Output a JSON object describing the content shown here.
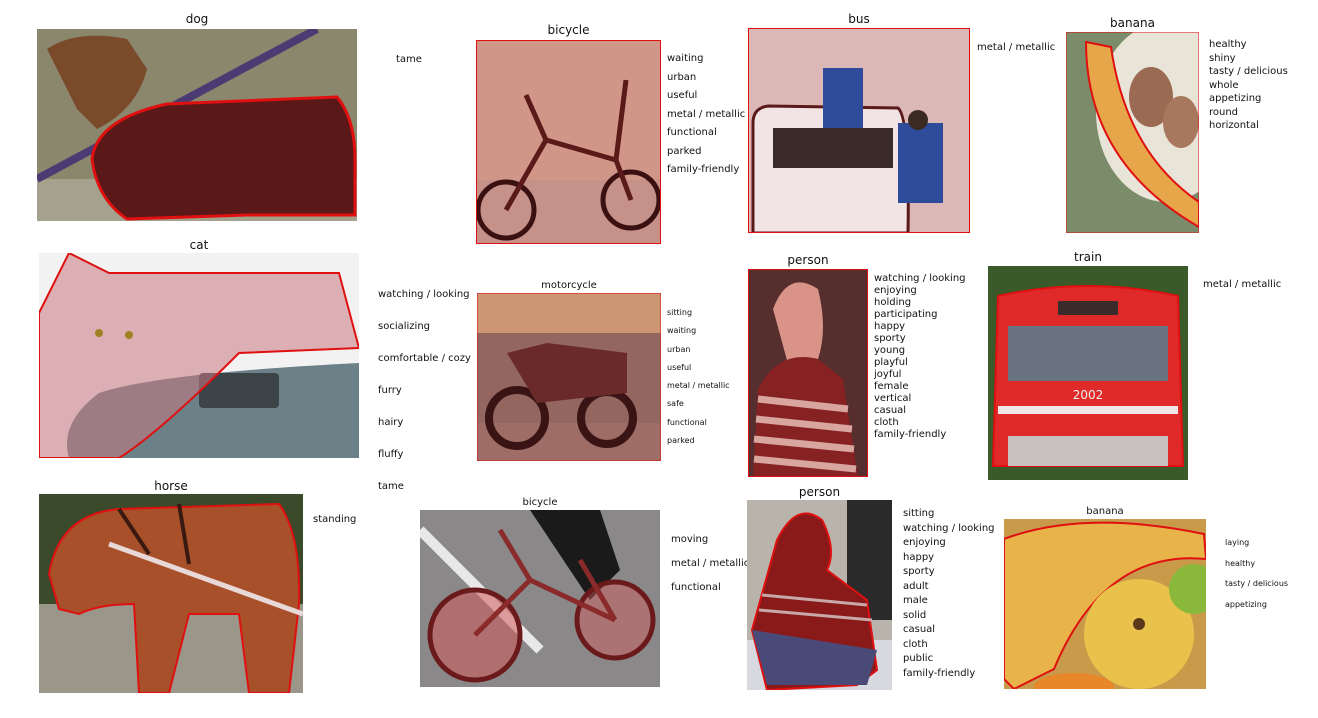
{
  "panels": [
    {
      "title": "dog",
      "attributes": [
        "tame"
      ]
    },
    {
      "title": "bicycle",
      "attributes": [
        "waiting",
        "urban",
        "useful",
        "metal / metallic",
        "functional",
        "parked",
        "family-friendly"
      ]
    },
    {
      "title": "bus",
      "attributes": [
        "metal / metallic"
      ]
    },
    {
      "title": "banana",
      "attributes": [
        "healthy",
        "shiny",
        "tasty / delicious",
        "whole",
        "appetizing",
        "round",
        "horizontal"
      ]
    },
    {
      "title": "cat",
      "attributes": [
        "watching / looking",
        "socializing",
        "comfortable / cozy",
        "furry",
        "hairy",
        "fluffy",
        "tame"
      ]
    },
    {
      "title": "motorcycle",
      "attributes": [
        "sitting",
        "waiting",
        "urban",
        "useful",
        "metal / metallic",
        "safe",
        "functional",
        "parked"
      ]
    },
    {
      "title": "person",
      "attributes": [
        "watching / looking",
        "enjoying",
        "holding",
        "participating",
        "happy",
        "sporty",
        "young",
        "playful",
        "joyful",
        "female",
        "vertical",
        "casual",
        "cloth",
        "family-friendly"
      ]
    },
    {
      "title": "train",
      "attributes": [
        "metal / metallic"
      ]
    },
    {
      "title": "horse",
      "attributes": [
        "standing"
      ]
    },
    {
      "title": "bicycle",
      "attributes": [
        "moving",
        "metal / metallic",
        "functional"
      ]
    },
    {
      "title": "person",
      "attributes": [
        "sitting",
        "watching / looking",
        "enjoying",
        "happy",
        "sporty",
        "adult",
        "male",
        "solid",
        "casual",
        "cloth",
        "public",
        "family-friendly"
      ]
    },
    {
      "title": "banana",
      "attributes": [
        "laying",
        "healthy",
        "tasty / delicious",
        "appetizing"
      ]
    }
  ],
  "colors": {
    "mask_outline": "#e01010",
    "mask_fill": "rgba(220,40,40,0.35)"
  },
  "train_number": "2002"
}
